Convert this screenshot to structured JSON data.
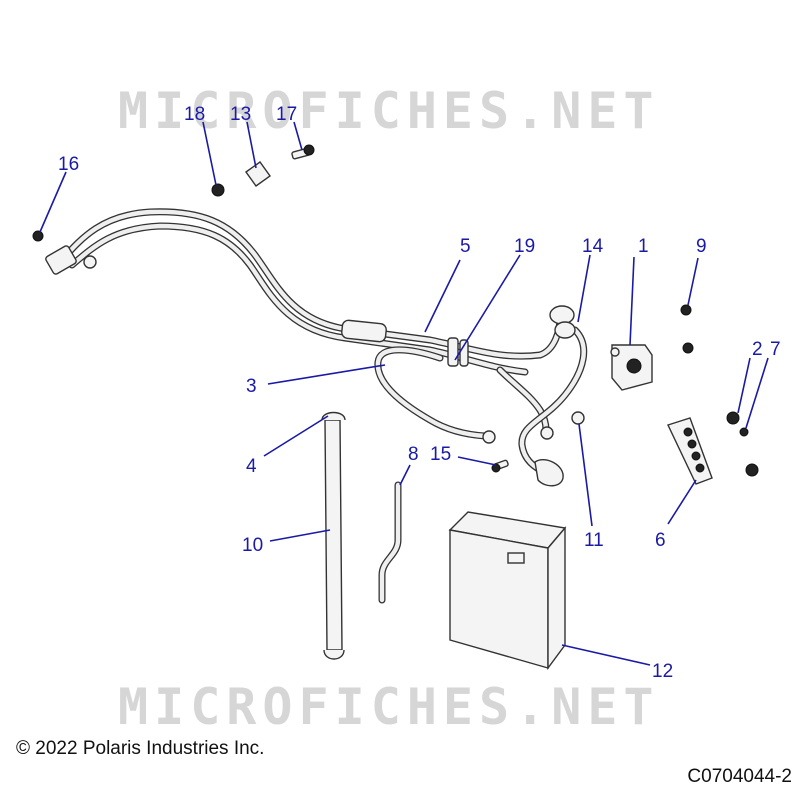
{
  "watermark": "MICROFICHES.NET",
  "callouts": [
    "1",
    "2",
    "3",
    "4",
    "5",
    "6",
    "7",
    "8",
    "9",
    "10",
    "11",
    "12",
    "13",
    "14",
    "15",
    "16",
    "17",
    "18",
    "19"
  ],
  "footer": {
    "copyright": "© 2022 Polaris Industries Inc.",
    "drawing_id": "C0704044-2"
  },
  "colors": {
    "callout": "#1a1aa6",
    "watermark": "#d6d6d6",
    "line": "#333333"
  }
}
